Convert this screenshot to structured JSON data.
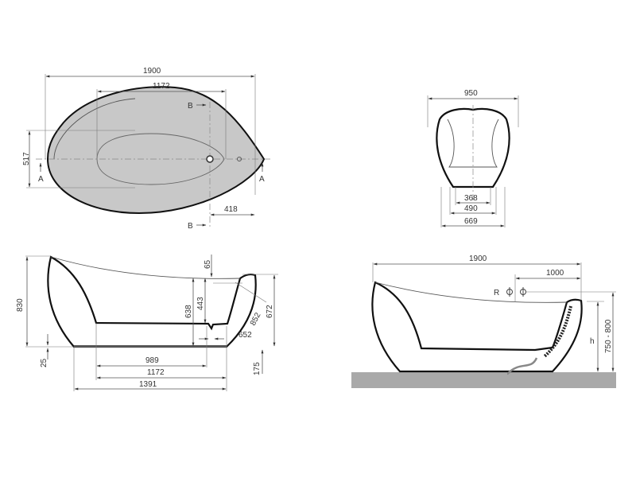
{
  "top_view": {
    "dims": {
      "length": "1900",
      "inner_length": "1172",
      "width": "517",
      "drain_offset": "418"
    },
    "section_labels": {
      "a_left": "A",
      "a_right": "A",
      "b_top": "B",
      "b_bottom": "B"
    }
  },
  "end_view": {
    "dims": {
      "width": "950",
      "base_inner": "368",
      "base_mid": "490",
      "base_outer": "669"
    }
  },
  "section_view": {
    "dims": {
      "height": "830",
      "rim_drop": "65",
      "depth_638": "638",
      "depth_443": "443",
      "overflow_852": "852",
      "height_672": "672",
      "drain_652": "652",
      "base_25": "25",
      "length_989": "989",
      "length_1172": "1172",
      "length_1391": "1391",
      "drain_175": "175"
    }
  },
  "install_view": {
    "dims": {
      "length": "1900",
      "tap_offset": "1000",
      "tap_label": "R",
      "h_label": "h",
      "tap_height": "750 - 800"
    }
  },
  "colors": {
    "fill_gray": "#c8c8c8",
    "floor_gray": "#a9a9a9"
  }
}
